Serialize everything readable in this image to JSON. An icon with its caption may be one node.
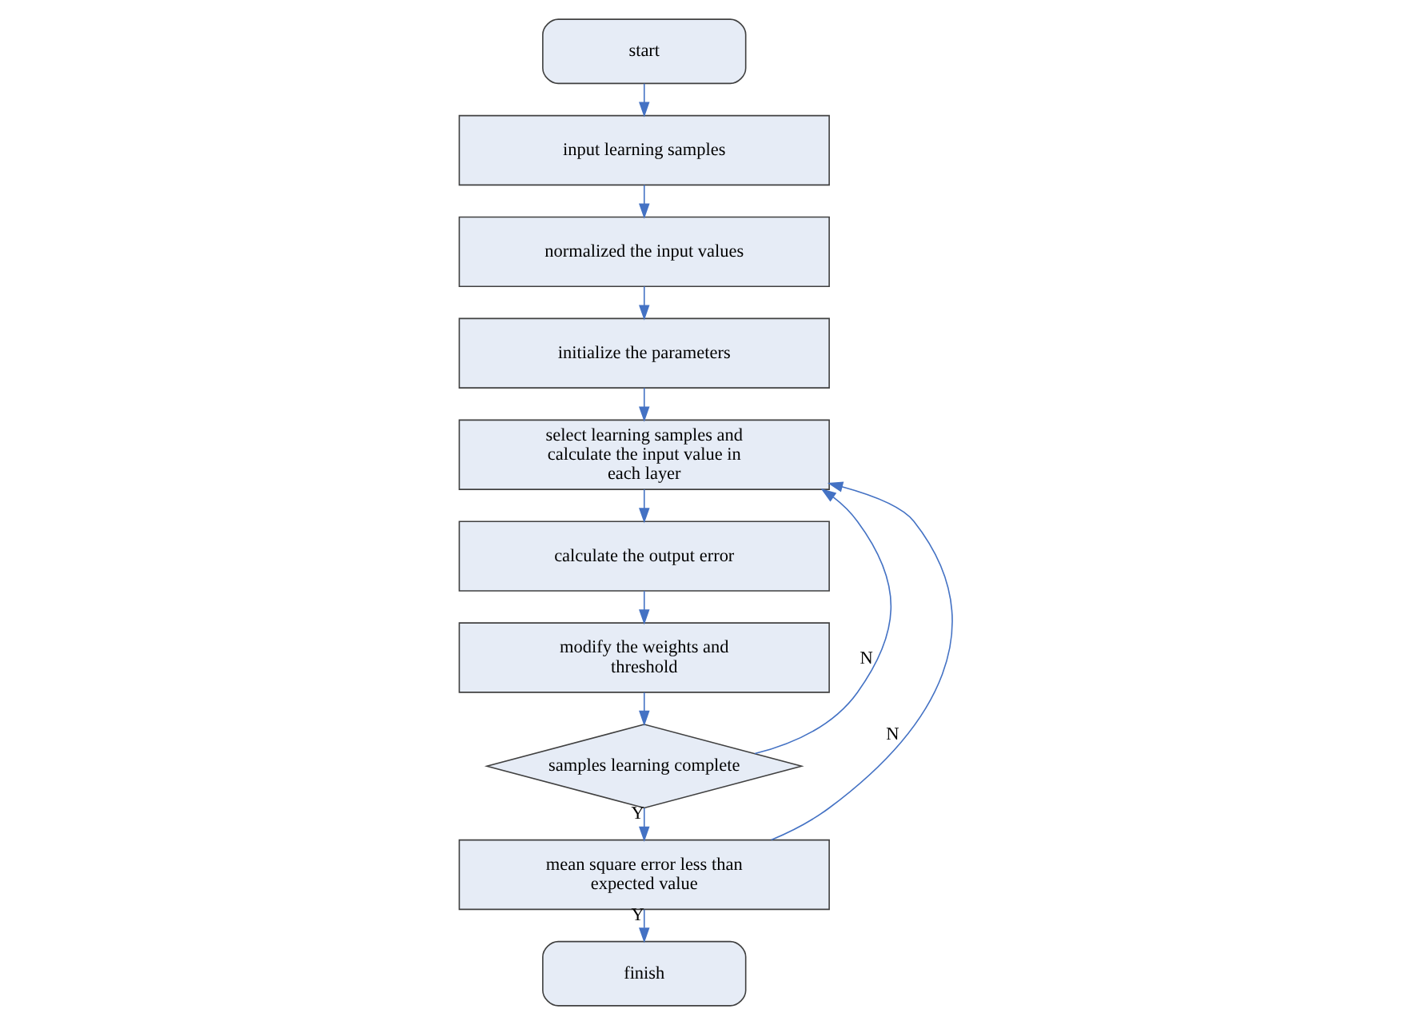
{
  "diagram": {
    "nodes": [
      {
        "text": [
          "start"
        ]
      },
      {
        "text": [
          "input learning samples"
        ]
      },
      {
        "text": [
          "normalized the input values"
        ]
      },
      {
        "text": [
          "initialize the parameters"
        ]
      },
      {
        "text": [
          "select learning samples and calculate the input value in each layer"
        ]
      },
      {
        "text": [
          "calculate the output error"
        ]
      },
      {
        "text": [
          "modify the weights and threshold"
        ]
      },
      {
        "text": [
          "samples learning complete"
        ]
      },
      {
        "text": [
          "mean square error less than expected value"
        ]
      },
      {
        "text": [
          "finish"
        ]
      }
    ],
    "edges": [
      {
        "from": 0,
        "to": 1,
        "arrow": "to"
      },
      {
        "from": 1,
        "to": 2,
        "arrow": "to"
      },
      {
        "from": 2,
        "to": 3,
        "arrow": "to"
      },
      {
        "from": 3,
        "to": 4,
        "arrow": "to"
      },
      {
        "from": 4,
        "to": 5,
        "arrow": "to"
      },
      {
        "from": 5,
        "to": 6,
        "arrow": "to"
      },
      {
        "from": 6,
        "to": 7,
        "arrow": "to"
      },
      {
        "from": 7,
        "to": 4,
        "arrow": "to",
        "label": "N"
      },
      {
        "from": 7,
        "to": 8,
        "arrow": "to",
        "label": "Y"
      },
      {
        "from": 8,
        "to": 4,
        "arrow": "to",
        "label": "N"
      },
      {
        "from": 8,
        "to": 9,
        "arrow": "to",
        "label": "Y"
      }
    ]
  }
}
